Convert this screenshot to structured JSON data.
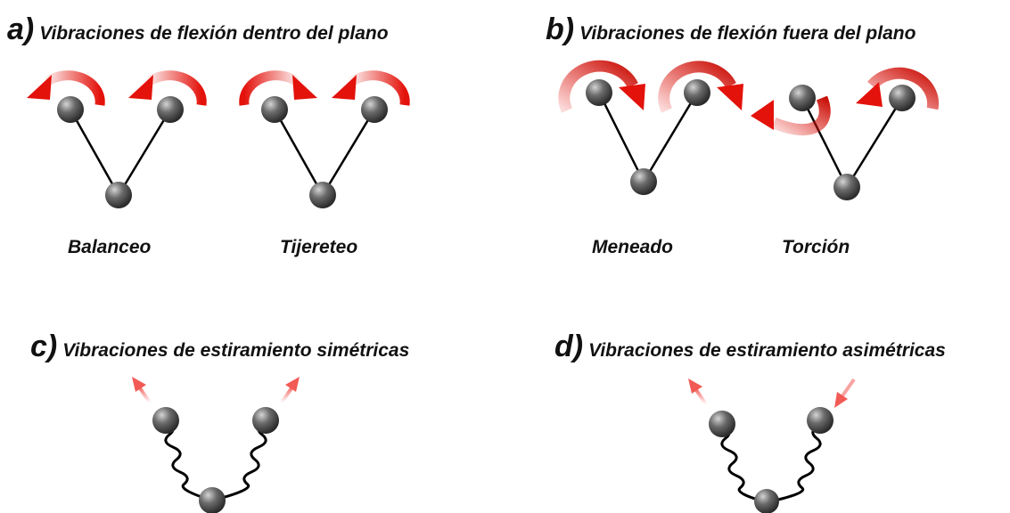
{
  "panels": {
    "a": {
      "letter": "a)",
      "title": "Vibraciones de flexión dentro del plano"
    },
    "b": {
      "letter": "b)",
      "title": "Vibraciones de flexión fuera del plano"
    },
    "c": {
      "letter": "c)",
      "title": "Vibraciones de estiramiento simétricas"
    },
    "d": {
      "letter": "d)",
      "title": "Vibraciones de estiramiento asimétricas"
    }
  },
  "modes": {
    "rocking": "Balanceo",
    "scissoring": "Tijereteo",
    "wagging": "Meneado",
    "twisting": "Torción"
  },
  "colors": {
    "arrow": "#e3120b",
    "stretch_arrow": "#f25a55",
    "atom_dark": "#3a3a3a",
    "atom_light": "#b5b5b5",
    "bond": "#000000"
  }
}
